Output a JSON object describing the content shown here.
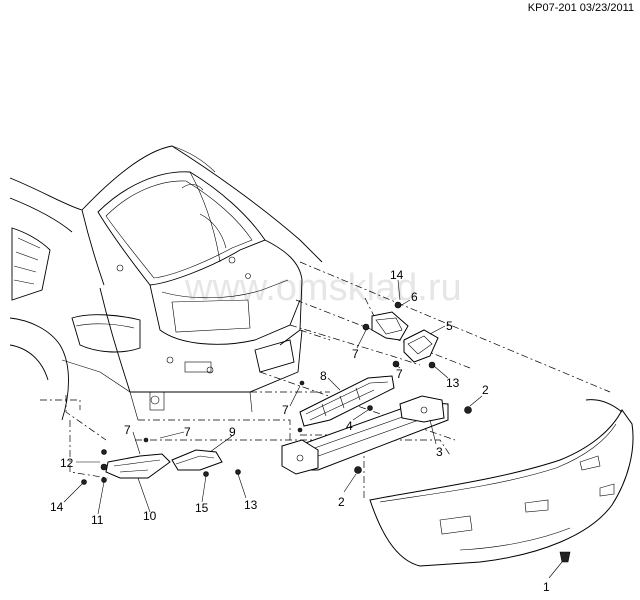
{
  "header": {
    "ref_code": "KP07-201 03/23/2011"
  },
  "watermark": "www.omsklad.ru",
  "callouts": [
    {
      "id": "callout-1",
      "label": "1"
    },
    {
      "id": "callout-2a",
      "label": "2"
    },
    {
      "id": "callout-2b",
      "label": "2"
    },
    {
      "id": "callout-3",
      "label": "3"
    },
    {
      "id": "callout-4",
      "label": "4"
    },
    {
      "id": "callout-5",
      "label": "5"
    },
    {
      "id": "callout-6",
      "label": "6"
    },
    {
      "id": "callout-7a",
      "label": "7"
    },
    {
      "id": "callout-7b",
      "label": "7"
    },
    {
      "id": "callout-7c",
      "label": "7"
    },
    {
      "id": "callout-7d",
      "label": "7"
    },
    {
      "id": "callout-7e",
      "label": "7"
    },
    {
      "id": "callout-8",
      "label": "8"
    },
    {
      "id": "callout-9",
      "label": "9"
    },
    {
      "id": "callout-10",
      "label": "10"
    },
    {
      "id": "callout-11",
      "label": "11"
    },
    {
      "id": "callout-12",
      "label": "12"
    },
    {
      "id": "callout-13a",
      "label": "13"
    },
    {
      "id": "callout-13b",
      "label": "13"
    },
    {
      "id": "callout-14a",
      "label": "14"
    },
    {
      "id": "callout-14b",
      "label": "14"
    },
    {
      "id": "callout-15",
      "label": "15"
    }
  ]
}
